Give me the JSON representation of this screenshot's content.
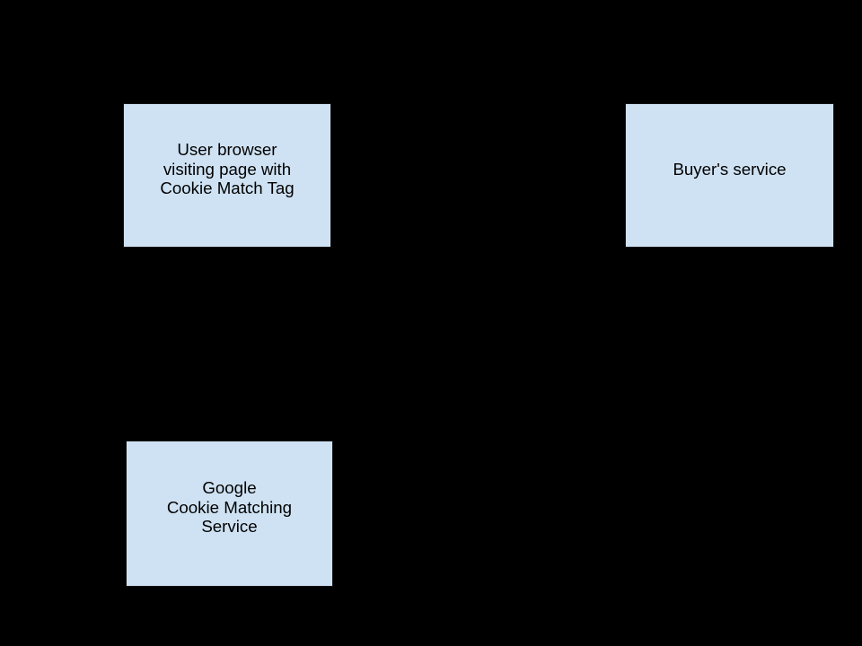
{
  "slide": {
    "background_color": "#000000",
    "node_fill_color": "#cfe2f3",
    "node_text_color": "#000000"
  },
  "diagram": {
    "nodes": [
      {
        "id": "user-browser",
        "label_lines": [
          "User browser",
          "visiting page with",
          "Cookie Match Tag"
        ]
      },
      {
        "id": "buyers-service",
        "label_lines": [
          "Buyer's service"
        ]
      },
      {
        "id": "google-cookie-matching-service",
        "label_lines": [
          "Google",
          "Cookie Matching",
          "Service"
        ]
      }
    ]
  }
}
